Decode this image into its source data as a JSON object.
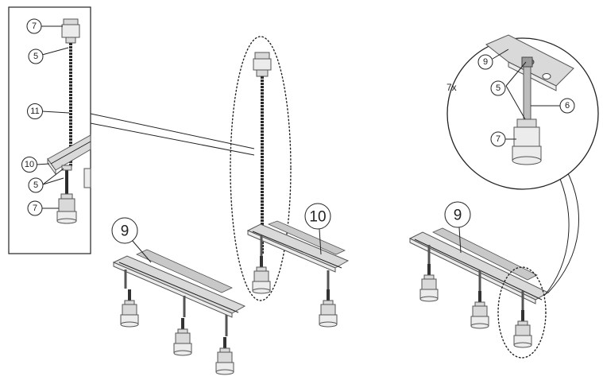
{
  "callouts": {
    "inset_left": {
      "label_top_nut": "7",
      "label_top_lock": "5",
      "label_rod": "11",
      "label_rail": "10",
      "label_bottom_lock": "5",
      "label_bottom_nut": "7"
    },
    "main": {
      "label_rail_left": "9",
      "label_rail_middle": "10",
      "label_rail_right": "9"
    },
    "inset_circle": {
      "label_rail": "9",
      "quantity_text": "7x",
      "label_locks": "5",
      "label_rod": "6",
      "label_nut": "7"
    }
  },
  "colors": {
    "line": "#222222",
    "metal": "#d9d9d9",
    "rod": "#2b2b2b"
  }
}
